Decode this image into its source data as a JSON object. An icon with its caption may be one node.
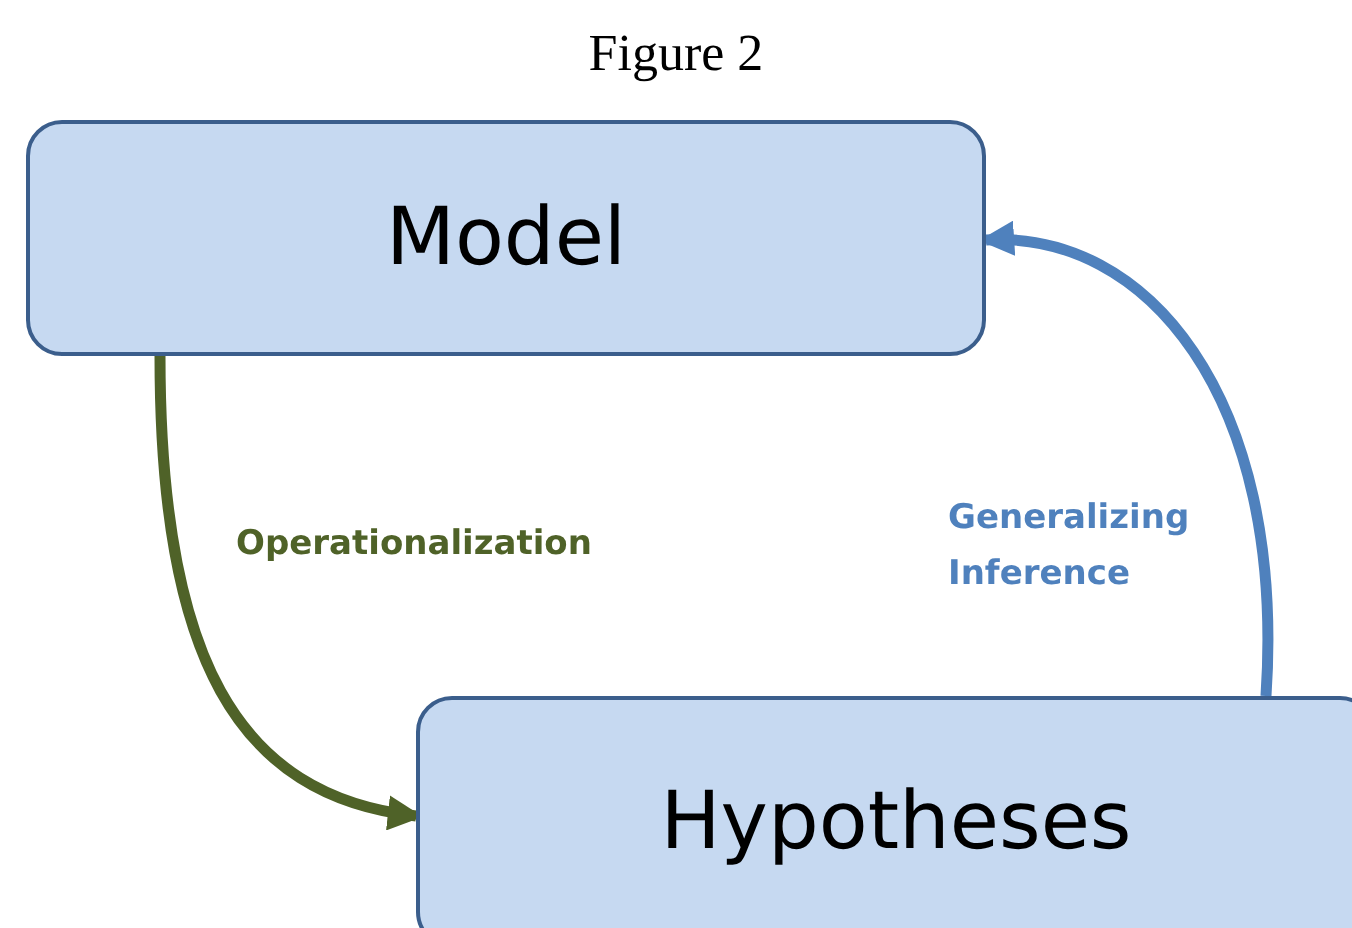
{
  "diagram": {
    "title": "Figure 2",
    "nodes": [
      {
        "text": [
          "Model"
        ]
      },
      {
        "text": [
          "Hypotheses"
        ]
      }
    ],
    "edges": [
      {
        "from": 0,
        "to": 1,
        "arrow": "to",
        "label": "Operationalization",
        "color": "#4f6228"
      },
      {
        "from": 1,
        "to": 0,
        "arrow": "to",
        "label": "Generalizing Inference",
        "color": "#4f81bd"
      }
    ]
  }
}
